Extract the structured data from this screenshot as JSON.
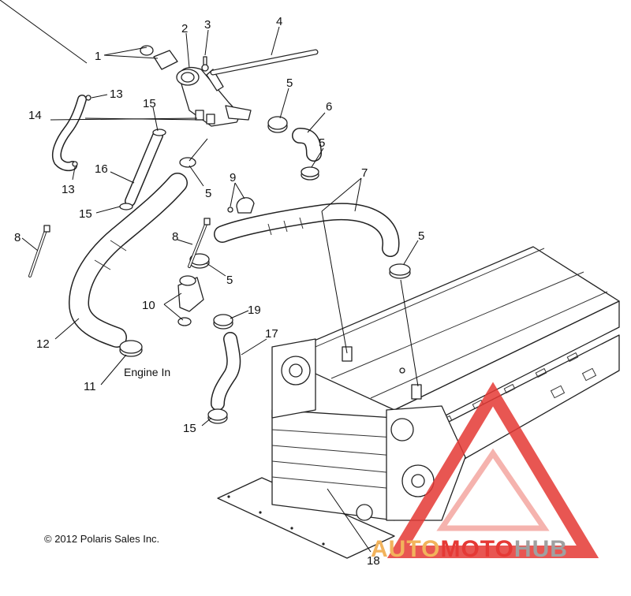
{
  "diagram": {
    "callouts": [
      {
        "id": "1",
        "label": "1"
      },
      {
        "id": "2",
        "label": "2"
      },
      {
        "id": "3",
        "label": "3"
      },
      {
        "id": "4",
        "label": "4"
      },
      {
        "id": "5a",
        "label": "5"
      },
      {
        "id": "5b",
        "label": "5"
      },
      {
        "id": "5c",
        "label": "5"
      },
      {
        "id": "5d",
        "label": "5"
      },
      {
        "id": "5e",
        "label": "5"
      },
      {
        "id": "6",
        "label": "6"
      },
      {
        "id": "7",
        "label": "7"
      },
      {
        "id": "8a",
        "label": "8"
      },
      {
        "id": "8b",
        "label": "8"
      },
      {
        "id": "9",
        "label": "9"
      },
      {
        "id": "10",
        "label": "10"
      },
      {
        "id": "11",
        "label": "11"
      },
      {
        "id": "12",
        "label": "12"
      },
      {
        "id": "13a",
        "label": "13"
      },
      {
        "id": "13b",
        "label": "13"
      },
      {
        "id": "14",
        "label": "14"
      },
      {
        "id": "15a",
        "label": "15"
      },
      {
        "id": "15b",
        "label": "15"
      },
      {
        "id": "15c",
        "label": "15"
      },
      {
        "id": "16",
        "label": "16"
      },
      {
        "id": "17",
        "label": "17"
      },
      {
        "id": "18",
        "label": "18"
      },
      {
        "id": "19",
        "label": "19"
      }
    ],
    "engine_note": "Engine In",
    "copyright": "© 2012 Polaris Sales Inc."
  },
  "watermark": {
    "part1": "AUTO",
    "part2": "MOTO",
    "part3": "HUB",
    "colors": {
      "accent": "#e53935",
      "light": "#f2b35c",
      "gray": "#a0a0a0"
    }
  }
}
